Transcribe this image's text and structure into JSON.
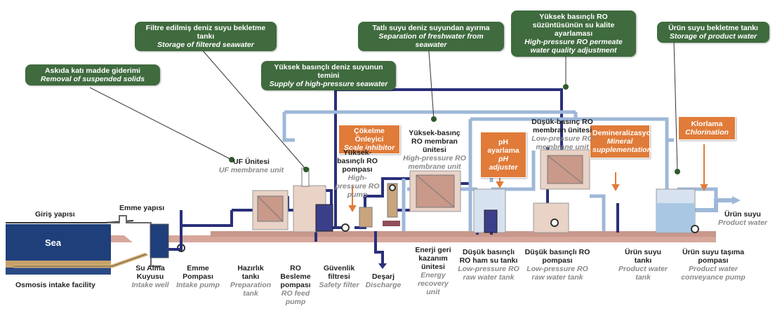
{
  "callouts": {
    "suspended": {
      "tr": "Askıda katı madde giderimi",
      "en": "Removal of suspended solids"
    },
    "filtered": {
      "tr": "Filtre edilmiş deniz suyu bekletme tankı",
      "en": "Storage of filtered seawater"
    },
    "hp_supply": {
      "tr": "Yüksek basınçlı deniz suyunun temini",
      "en": "Supply of high-pressure seawater"
    },
    "separation": {
      "tr": "Tatlı suyu deniz suyundan ayırma",
      "en": "Separation of freshwater from seawater"
    },
    "permeate": {
      "tr": "Yüksek basınçlı RO süzüntüsünün su kalite ayarlaması",
      "en": "High-pressure RO permeate water quality adjustment"
    },
    "product_storage": {
      "tr": "Ürün suyu bekletme tankı",
      "en": "Storage of product water"
    }
  },
  "dosing": {
    "scale": {
      "tr": "Çökelme Önleyici",
      "en": "Scale inhibitor"
    },
    "ph": {
      "tr": "pH ayarlama",
      "en": "pH adjuster"
    },
    "mineral": {
      "tr": "Demineralizasyon",
      "en": "Mineral supplementation"
    },
    "chlorine": {
      "tr": "Klorlama",
      "en": "Chlorination"
    }
  },
  "labels": {
    "uf": {
      "tr": "UF Ünitesi",
      "en": "UF membrane unit"
    },
    "hp_pump": {
      "tr": "Yüksek-basınçlı RO pompası",
      "en": "High-pressure RO pump"
    },
    "hp_membrane": {
      "tr": "Yüksek-basınç RO membran ünitesi",
      "en": "High-pressure RO membrane unit"
    },
    "lp_membrane": {
      "tr": "Düşük-basınç RO membran ünitesi",
      "en": "Low-pressure RO membrane unit"
    },
    "intake_well": {
      "tr": "Su Alma Kuyusu",
      "en": "Intake well"
    },
    "intake_pump": {
      "tr": "Emme Pompası",
      "en": "Intake pump"
    },
    "prep_tank": {
      "tr": "Hazırlık tankı",
      "en": "Preparation tank"
    },
    "feed_pump": {
      "tr": "RO Besleme pompası",
      "en": "RO feed pump"
    },
    "safety_filter": {
      "tr": "Güvenlik filtresi",
      "en": "Safety filter"
    },
    "discharge": {
      "tr": "Deşarj",
      "en": "Discharge"
    },
    "energy": {
      "tr": "Enerji geri kazanım ünitesi",
      "en": "Energy recovery unit"
    },
    "lp_raw_tank": {
      "tr": "Düşük basınçlı RO ham su tankı",
      "en": "Low-pressure RO raw water tank"
    },
    "lp_pump": {
      "tr": "Düşük basınçlı RO pompası",
      "en": "Low-pressure RO raw water tank"
    },
    "product_tank": {
      "tr": "Ürün suyu tankı",
      "en": "Product water tank"
    },
    "conveyance": {
      "tr": "Ürün suyu taşıma pompası",
      "en": "Product water conveyance pump"
    },
    "product_water": {
      "tr": "Ürün suyu",
      "en": "Product water"
    }
  },
  "plain": {
    "giris": "Giriş yapısı",
    "emme": "Emme yapısı",
    "sea": "Sea",
    "osmosis": "Osmosis intake facility"
  },
  "colors": {
    "navy_pipe": "#2a2f7a",
    "light_pipe": "#9fb8d8",
    "callout_green": "#3f6b3e",
    "dosing_orange": "#e07b39",
    "sea": "#1e3f7a"
  }
}
